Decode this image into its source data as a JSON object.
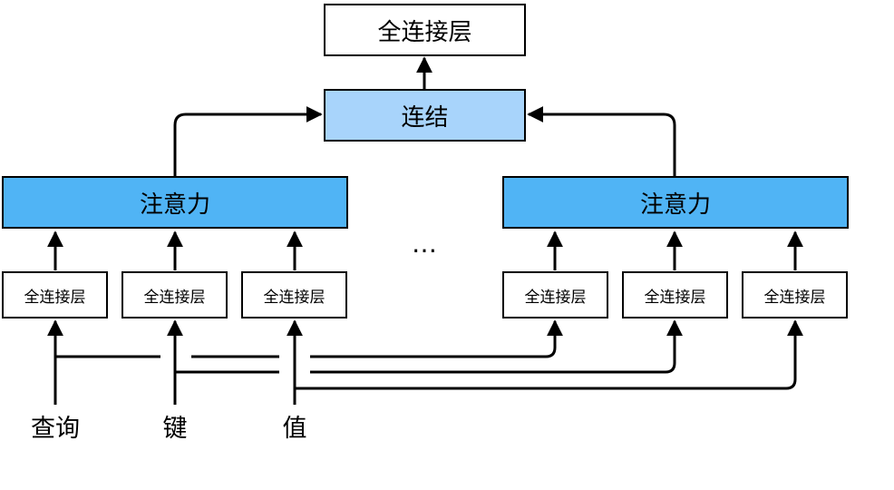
{
  "diagram": {
    "top_fc": "全连接层",
    "concat": "连结",
    "attention_left": "注意力",
    "attention_right": "注意力",
    "ellipsis": "…",
    "small_fc": [
      "全连接层",
      "全连接层",
      "全连接层",
      "全连接层",
      "全连接层",
      "全连接层"
    ],
    "inputs": {
      "query": "查询",
      "key": "键",
      "value": "值"
    },
    "colors": {
      "concat_fill": "#a8d4fb",
      "attention_fill": "#50b4f5",
      "stroke": "#000000"
    }
  }
}
